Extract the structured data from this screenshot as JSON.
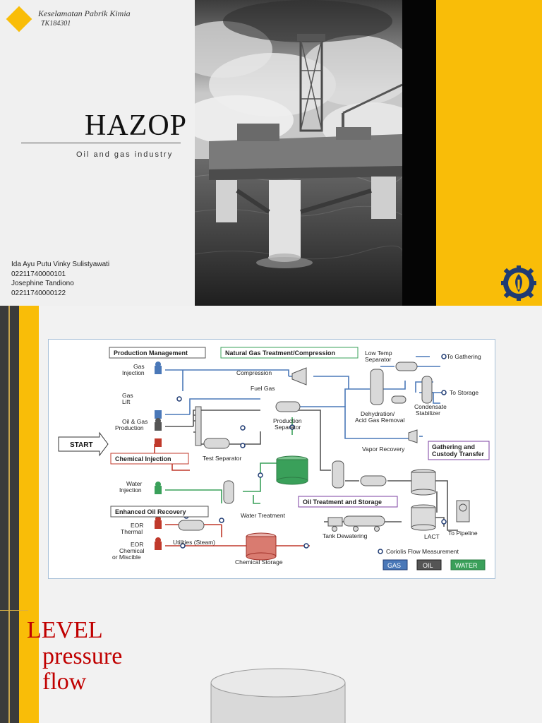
{
  "slide1": {
    "course_name": "Keselamatan Pabrik Kimia",
    "course_code": "TK184301",
    "title": "HAZOP",
    "subtitle": "Oil and gas industry",
    "authors": [
      "Ida Ayu Putu Vinky Sulistyawati",
      "02211740000101",
      "Josephine Tandiono",
      "02211740000122"
    ],
    "colors": {
      "accent": "#f9bd08",
      "dark": "#050505"
    }
  },
  "diagram": {
    "sections": {
      "production_management": "Production Management",
      "gas_treatment": "Natural Gas Treatment/Compression",
      "chemical_injection": "Chemical Injection",
      "enhanced_oil_recovery": "Enhanced Oil Recovery",
      "oil_treatment": "Oil Treatment and Storage",
      "gathering": "Gathering and Custody Transfer"
    },
    "start": "START",
    "labels": {
      "gas_injection": "Gas Injection",
      "gas_lift": "Gas Lift",
      "oil_gas_production": "Oil & Gas Production",
      "water_injection": "Water Injection",
      "eor_thermal": "EOR Thermal",
      "eor_chemical": "EOR Chemical or Miscible",
      "compression": "Compression",
      "fuel_gas": "Fuel Gas",
      "production_separator": "Production Separator",
      "test_separator": "Test Separator",
      "low_temp_separator": "Low Temp Separator",
      "dehydration": "Dehydration/ Acid Gas Removal",
      "condensate_stabilizer": "Condensate Stabilizer",
      "to_gathering": "To Gathering",
      "to_storage": "To Storage",
      "vapor_recovery": "Vapor Recovery",
      "water_treatment": "Water Treatment",
      "utilities": "Utilities (Steam)",
      "chemical_storage": "Chemical Storage",
      "tank_dewatering": "Tank Dewatering",
      "lact": "LACT",
      "to_pipeline": "To Pipeline",
      "coriolis": "Coriolis Flow Measurement"
    },
    "legend": [
      "GAS",
      "OIL",
      "WATER"
    ],
    "colors": {
      "gas": "#4a78b8",
      "oil": "#555555",
      "water": "#3aa05a",
      "chemical": "#c0392b"
    }
  },
  "slide2": {
    "list": [
      "LEVEL",
      "pressure",
      "flow"
    ],
    "colors": {
      "list_text": "#c00000"
    }
  }
}
